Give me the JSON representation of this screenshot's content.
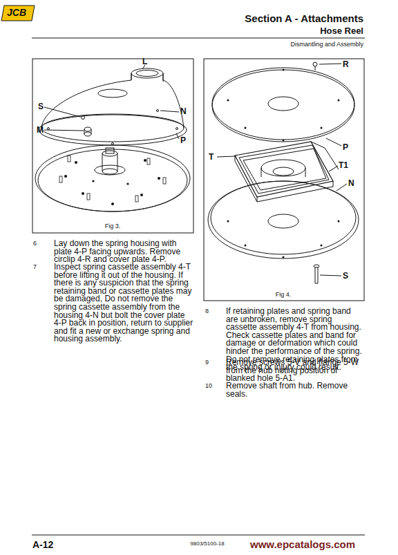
{
  "diagram": {
    "title": "Section A - Attachments",
    "labels": [
      "Hose Reel",
      "Dismantling and Assembly",
      "L",
      "S",
      "M",
      "N",
      "P",
      "Fig 3.",
      "6",
      "Lay down the spring housing with plate 4-P facing upwards. Remove circlip 4-R and cover plate 4-P.",
      "7",
      "Inspect spring cassette assembly 4-T before lifting it out of the housing. If there is any suspicion that the spring retaining band or cassette plates may be damaged, Do not remove the spring cassette assembly from the housing 4-N but bolt the cover plate 4-P back in position, return to supplier and fit a new or exchange spring and housing assembly.",
      "R",
      "P",
      "T",
      "T1",
      "N",
      "S",
      "Fig 4.",
      "8",
      "If retaining plates and spring band are unbroken, remove spring cassette assembly 4-T from housing. Check cassette plates and band for damage or deformation which could hinder the performance of the spring. Do not remove retaining plates from the spring or injury could result.",
      "9",
      "Remove screws 5-V and flange 5-W from the hub noting position of blanked hole 5-A1.",
      "10",
      "Remove shaft from hub. Remove seals.",
      "A-12",
      "9803/5100-18",
      "www.epcatalogs.com",
      "JCB"
    ]
  }
}
